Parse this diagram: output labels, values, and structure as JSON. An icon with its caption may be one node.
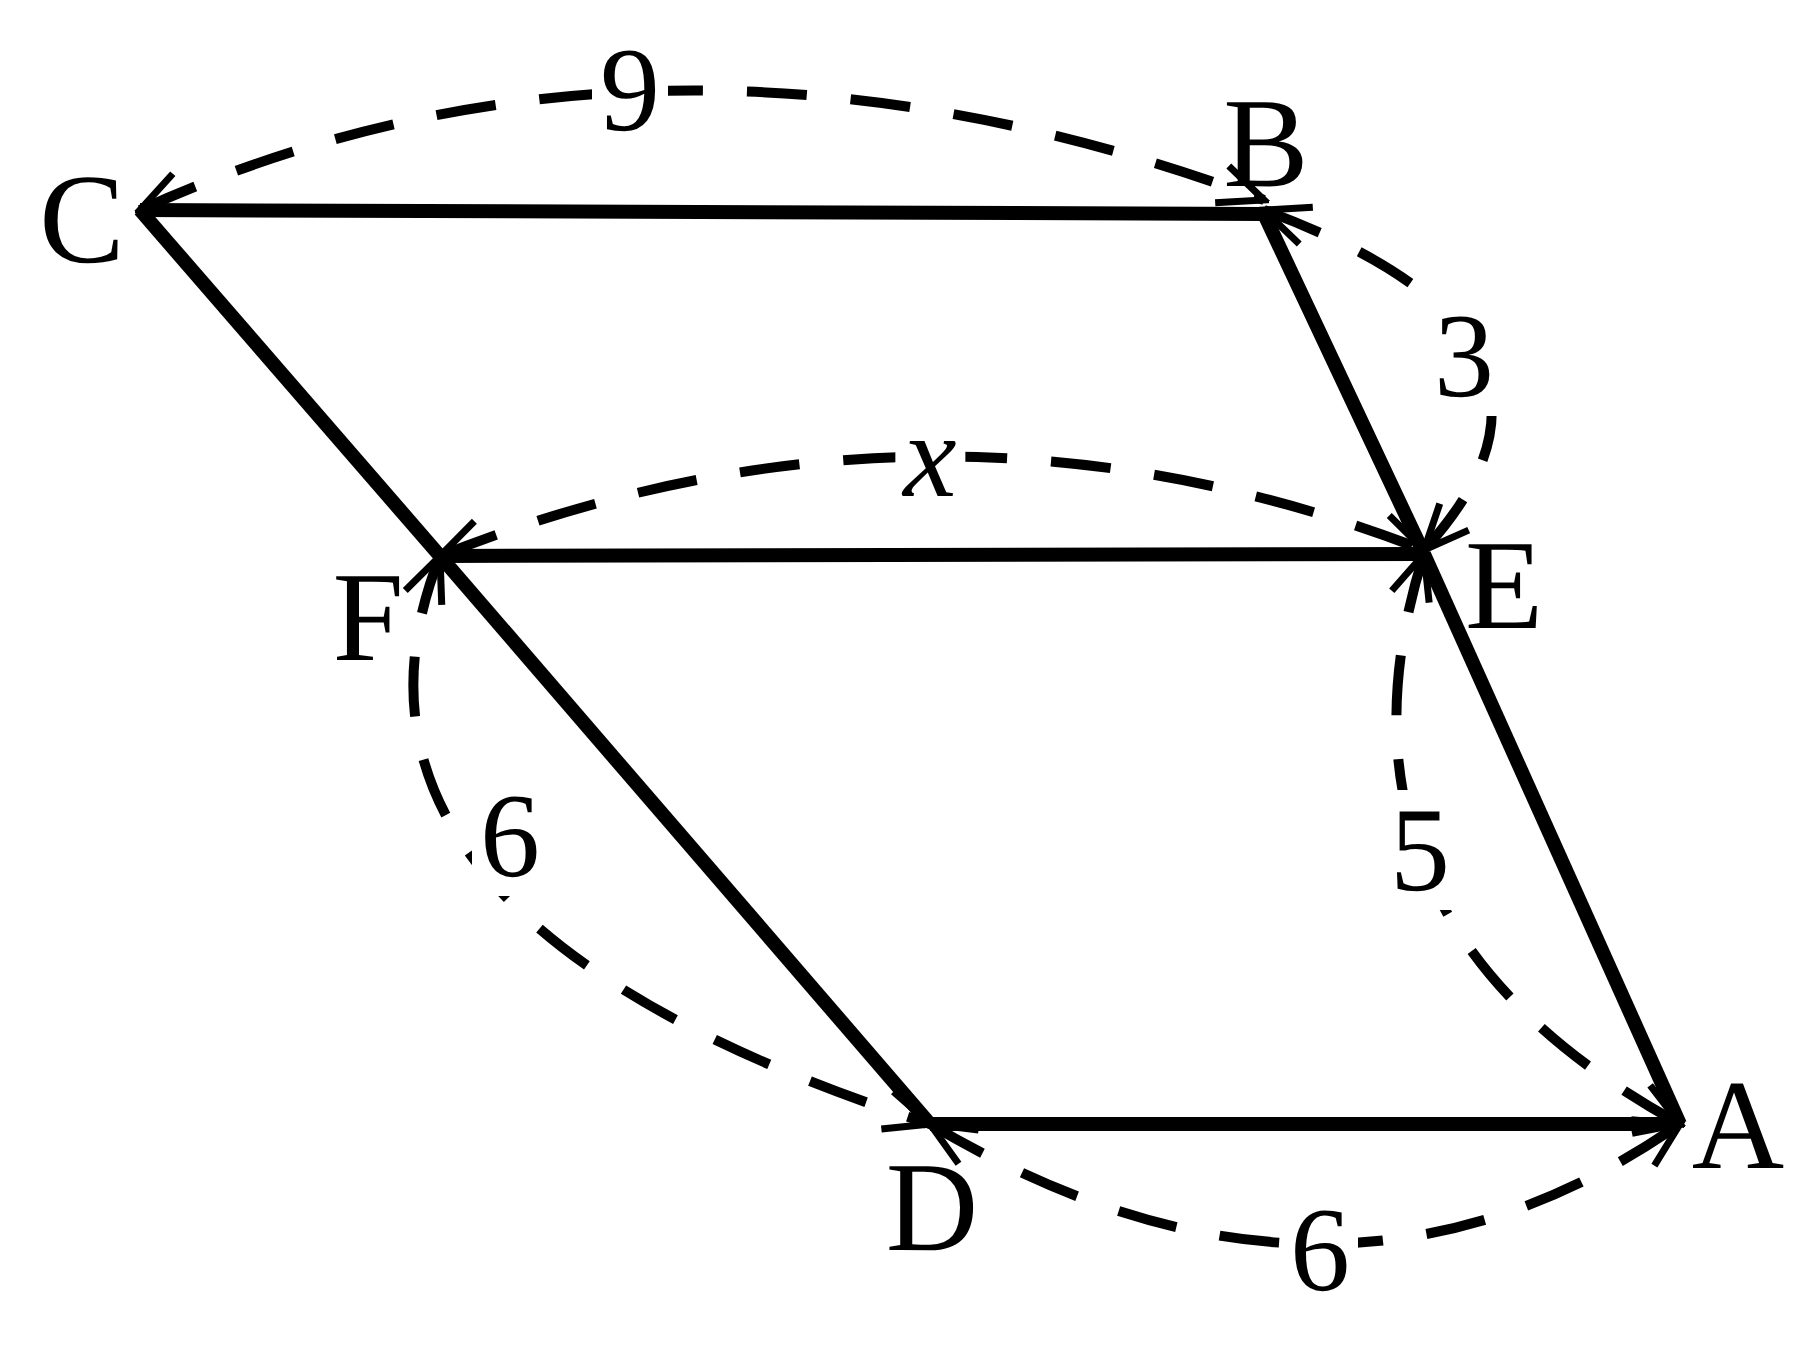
{
  "diagram": {
    "nodes": [
      {
        "text": [
          "C"
        ]
      },
      {
        "text": [
          "B"
        ]
      },
      {
        "text": [
          "F"
        ]
      },
      {
        "text": [
          "E"
        ]
      },
      {
        "text": [
          "D"
        ]
      },
      {
        "text": [
          "A"
        ]
      }
    ],
    "edges": [
      {
        "from": 0,
        "to": 1,
        "arrow": "none"
      },
      {
        "from": 1,
        "to": 3,
        "arrow": "none"
      },
      {
        "from": 3,
        "to": 5,
        "arrow": "none"
      },
      {
        "from": 4,
        "to": 5,
        "arrow": "none"
      },
      {
        "from": 2,
        "to": 4,
        "arrow": "none"
      },
      {
        "from": 0,
        "to": 2,
        "arrow": "none"
      },
      {
        "from": 2,
        "to": 3,
        "arrow": "none"
      }
    ],
    "labels": [
      "9",
      "3",
      "x",
      "6",
      "5",
      "6"
    ]
  }
}
